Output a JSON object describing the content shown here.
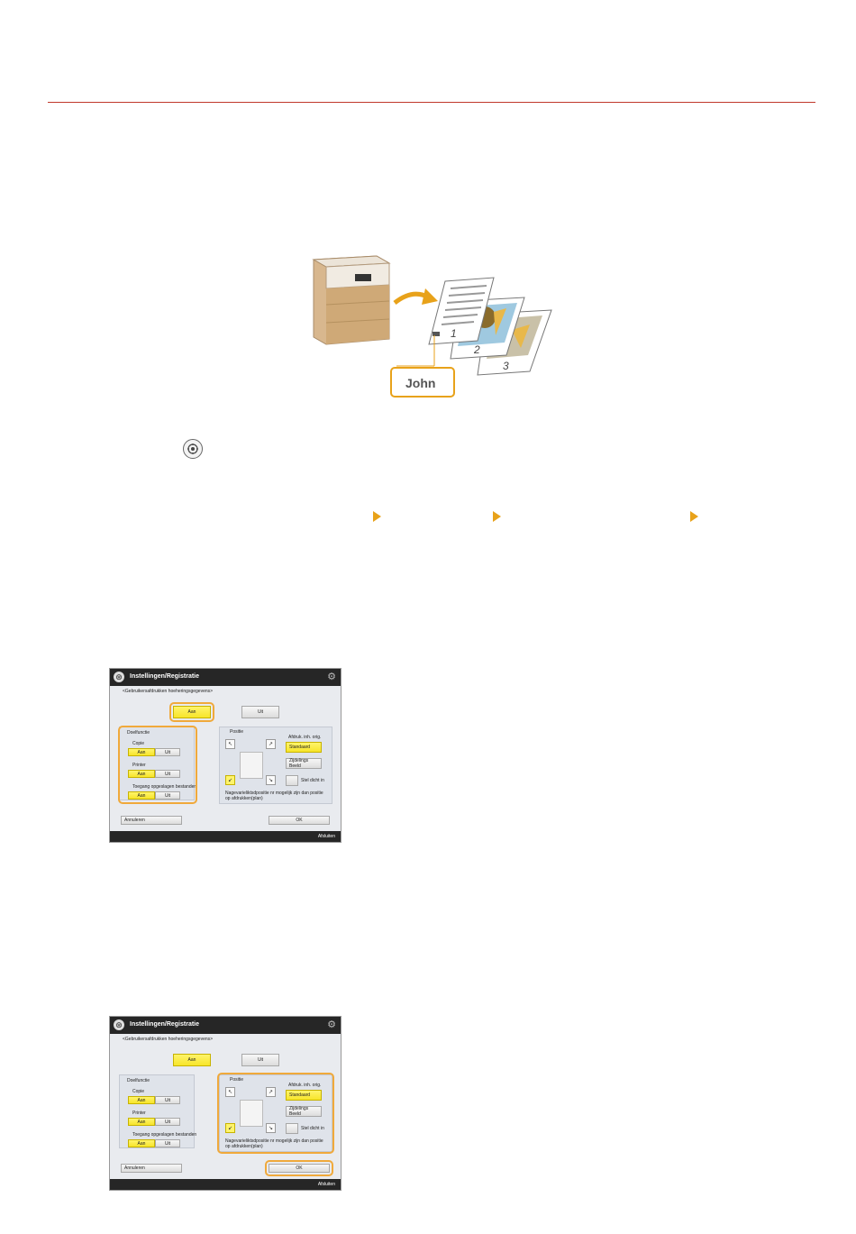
{
  "illustration": {
    "page_numbers": [
      "1",
      "2",
      "3"
    ],
    "user_label": "John"
  },
  "screens": [
    {
      "title": "Instellingen/Registratie",
      "subtitle": "<Gebruikersafdrukken hoeheringsgegevens>",
      "on_label": "Aan",
      "off_label": "Uit",
      "functions_label": "Doelfunctie",
      "copy_label": "Copie",
      "printer_label": "Printer",
      "stored_label": "Toegang opgeslagen bestanden",
      "position_label": "Positie",
      "print_label": "Afdruk. inh. orig.",
      "standard_label": "Standaard",
      "side_label": "Zijdelings Beeld",
      "light_label": "Stel dicht in",
      "note_text": "Nagevarieliktsdpositie nr mogelijk zijn dan positie op afdrukken(plan)",
      "cancel_label": "Annuleren",
      "ok_label": "OK",
      "footer_label": "Afsluiten"
    },
    {
      "title": "Instellingen/Registratie",
      "subtitle": "<Gebruikersafdrukken hoeheringsgegevens>",
      "on_label": "Aan",
      "off_label": "Uit",
      "functions_label": "Doelfunctie",
      "copy_label": "Copie",
      "printer_label": "Printer",
      "stored_label": "Toegang opgeslagen bestanden",
      "position_label": "Positie",
      "print_label": "Afdruk. inh. orig.",
      "standard_label": "Standaard",
      "side_label": "Zijdelings Beeld",
      "light_label": "Stel dicht in",
      "note_text": "Nagevarieliktsdpositie nr mogelijk zijn dan positie op afdrukken(plan)",
      "cancel_label": "Annuleren",
      "ok_label": "OK",
      "footer_label": "Afsluiten"
    }
  ],
  "colors": {
    "accent_rule": "#c0392b",
    "highlight": "#f0a93b",
    "arrow": "#e8a21a",
    "selected_yellow": "#fff46b"
  }
}
